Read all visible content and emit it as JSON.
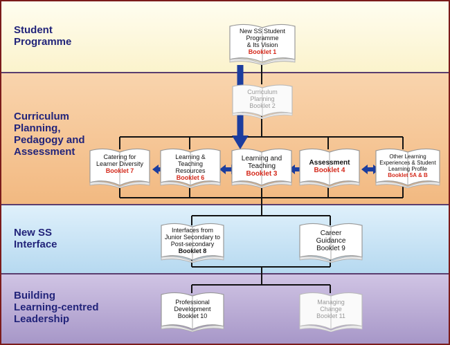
{
  "bands": [
    {
      "title": "Student\nProgramme"
    },
    {
      "title": "Curriculum\nPlanning,\nPedagogy and\nAssessment"
    },
    {
      "title": "New SS\nInterface"
    },
    {
      "title": "Building\nLearning-centred\nLeadership"
    }
  ],
  "booklets": {
    "b1": {
      "lines": "New SS Student\nProgramme\n& Its Vision",
      "booklet": "Booklet 1"
    },
    "b2": {
      "lines": "Curriculum\nPlanning",
      "booklet": "Booklet 2"
    },
    "b7": {
      "lines": "Catering for\nLearner Diversity",
      "booklet": "Booklet 7"
    },
    "b6": {
      "lines": "Learning & Teaching\nResources",
      "booklet": "Booklet 6"
    },
    "b3": {
      "lines": "Learning and\nTeaching",
      "booklet": "Booklet 3"
    },
    "b4": {
      "lines": "Assessment",
      "booklet": "Booklet 4"
    },
    "b5": {
      "lines": "Other Learning\nExperiences & Student\nLearning Profile",
      "booklet": "Booklet 5A & B"
    },
    "b8": {
      "lines": "Interfaces from\nJunior Secondary to\nPost-secondary",
      "booklet": "Booklet 8"
    },
    "b9": {
      "lines": "Career\nGuidance",
      "booklet": "Booklet 9"
    },
    "b10": {
      "lines": "Professional\nDevelopment",
      "booklet": "Booklet 10"
    },
    "b11": {
      "lines": "Managing\nChange",
      "booklet": "Booklet 11"
    }
  },
  "colors": {
    "booklet_label": "#d42a1c",
    "band_title": "#22247a",
    "arrow": "#1c3d9e",
    "connector": "#111111"
  }
}
